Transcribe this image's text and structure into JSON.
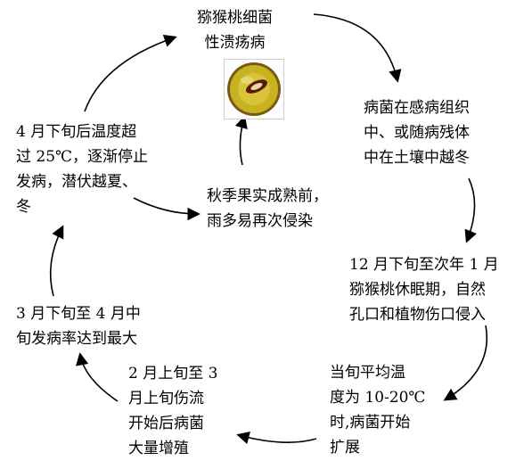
{
  "diagram": {
    "nodes": {
      "title": "猕猴桃细菌\n性溃疡病",
      "overwinter": "病菌在感病组织\n中、或随病残体\n中在土壤中越冬",
      "dormancy": "12 月下旬至次年 1 月\n猕猴桃休眠期，自然\n孔口和植物伤口侵入",
      "spread": "当旬平均温\n度为 10-20℃\n时,病菌开始\n扩展",
      "multiply": "2 月上旬至 3\n月上旬伤流\n开始后病菌\n大量增殖",
      "peak": "3 月下旬至 4 月中\n旬发病率达到最大",
      "latent": "4 月下旬后温度超\n过 25℃，逐渐停止\n发病，潜伏越夏、\n冬",
      "reinfect": "秋季果实成熟前，\n雨多易再次侵染"
    },
    "image": {
      "icon": "kiwifruit-cross-section-icon",
      "colors": {
        "flesh": "#c9b21f",
        "seed": "#5a1a0a",
        "frame": "#cfcfcf"
      }
    }
  }
}
